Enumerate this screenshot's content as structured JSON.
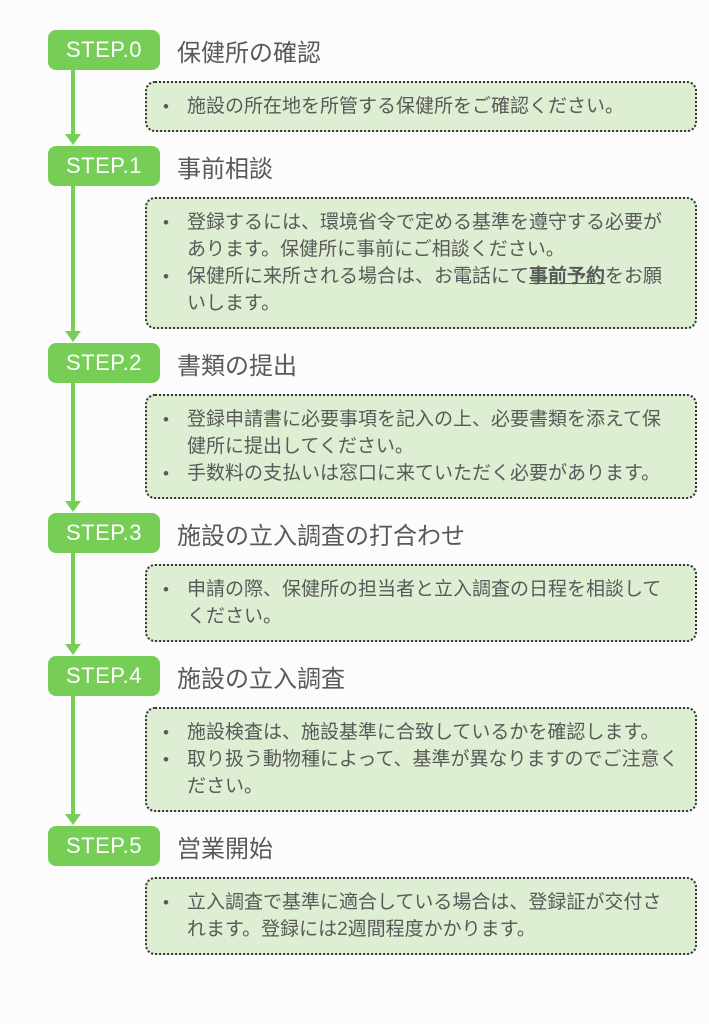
{
  "colors": {
    "accent_green": "#77ce57",
    "box_background": "#ddeed2",
    "box_border": "#333333",
    "body_text": "#595959",
    "badge_text": "#ffffff"
  },
  "bullet_glyph": "•",
  "steps": [
    {
      "badge": "STEP.0",
      "title": "保健所の確認",
      "bullets": [
        {
          "segments": [
            {
              "text": "施設の所在地を所管する保健所をご確認ください。",
              "emphasis": false
            }
          ]
        }
      ]
    },
    {
      "badge": "STEP.1",
      "title": "事前相談",
      "bullets": [
        {
          "segments": [
            {
              "text": "登録するには、環境省令で定める基準を遵守する必要があります。保健所に事前にご相談ください。",
              "emphasis": false
            }
          ]
        },
        {
          "segments": [
            {
              "text": "保健所に来所される場合は、お電話にて",
              "emphasis": false
            },
            {
              "text": "事前予約",
              "emphasis": true
            },
            {
              "text": "をお願いします。",
              "emphasis": false
            }
          ]
        }
      ]
    },
    {
      "badge": "STEP.2",
      "title": "書類の提出",
      "bullets": [
        {
          "segments": [
            {
              "text": "登録申請書に必要事項を記入の上、必要書類を添えて保健所に提出してください。",
              "emphasis": false
            }
          ]
        },
        {
          "segments": [
            {
              "text": "手数料の支払いは窓口に来ていただく必要があります。",
              "emphasis": false
            }
          ]
        }
      ]
    },
    {
      "badge": "STEP.3",
      "title": "施設の立入調査の打合わせ",
      "bullets": [
        {
          "segments": [
            {
              "text": "申請の際、保健所の担当者と立入調査の日程を相談してください。",
              "emphasis": false
            }
          ]
        }
      ]
    },
    {
      "badge": "STEP.4",
      "title": "施設の立入調査",
      "bullets": [
        {
          "segments": [
            {
              "text": "施設検査は、施設基準に合致しているかを確認します。",
              "emphasis": false
            }
          ]
        },
        {
          "segments": [
            {
              "text": "取り扱う動物種によって、基準が異なりますのでご注意ください。",
              "emphasis": false
            }
          ]
        }
      ]
    },
    {
      "badge": "STEP.5",
      "title": "営業開始",
      "bullets": [
        {
          "segments": [
            {
              "text": "立入調査で基準に適合している場合は、登録証が交付されます。登録には2週間程度かかります。",
              "emphasis": false
            }
          ]
        }
      ]
    }
  ]
}
